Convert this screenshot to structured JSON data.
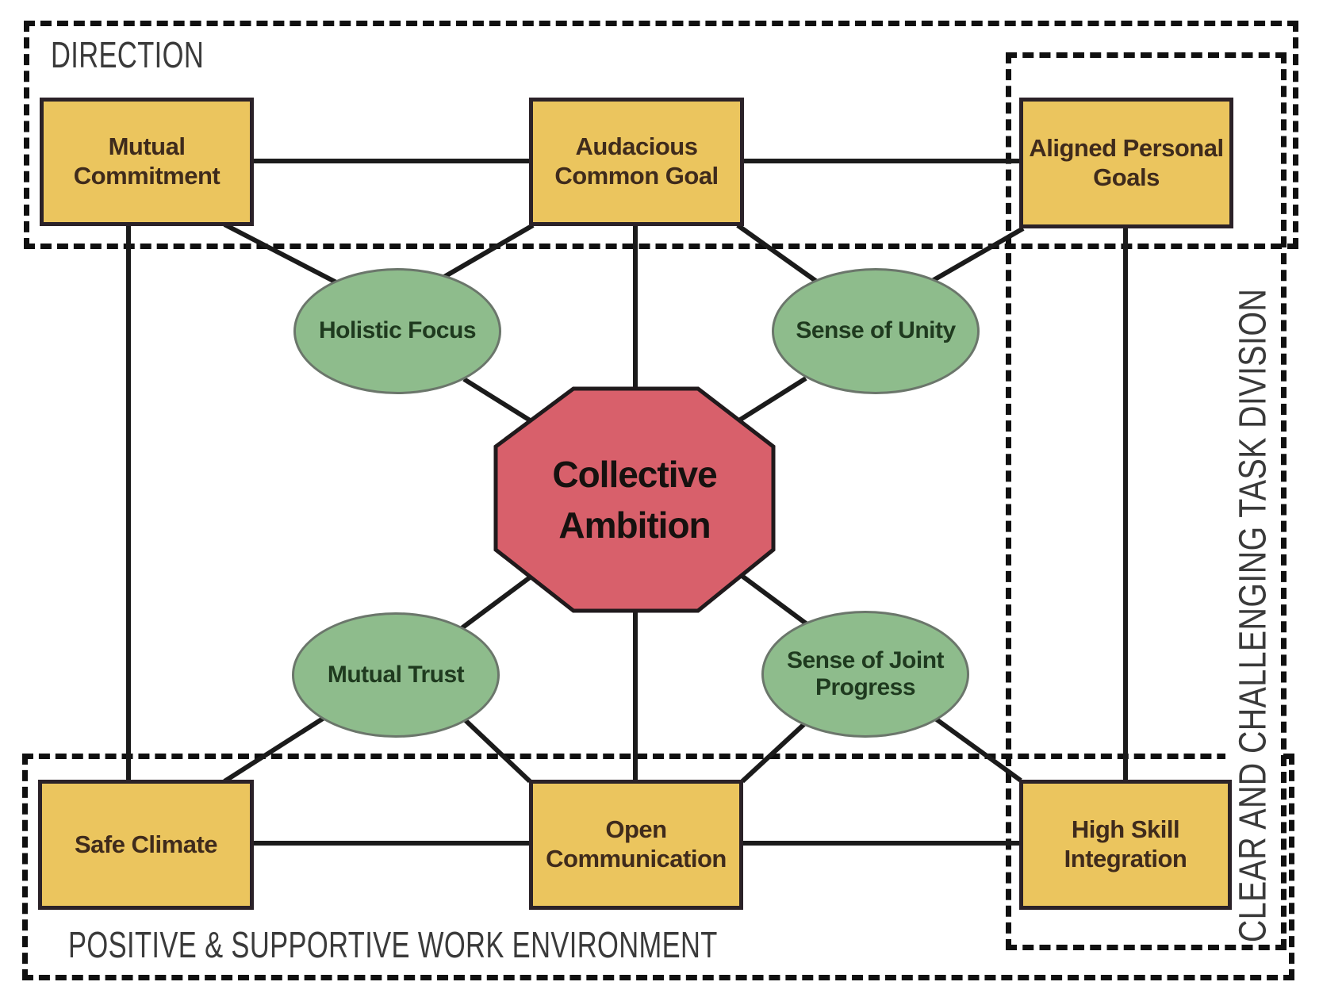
{
  "colors": {
    "background": "#ffffff",
    "box_fill": "#ebc55e",
    "box_border": "#2b2228",
    "box_text": "#3f2b1c",
    "ellipse_fill": "#8ebc8c",
    "ellipse_border": "#6b766b",
    "ellipse_text": "#1f3a1f",
    "octagon_fill": "#d8606b",
    "octagon_border": "#201a1c",
    "octagon_text": "#16110f",
    "line_color": "#1b1b1b",
    "zone_border": "#101010",
    "zone_label": "#3a3a3a"
  },
  "zones": {
    "direction": {
      "label": "DIRECTION"
    },
    "task_division": {
      "label": "CLEAR AND CHALLENGING TASK DIVISION"
    },
    "work_environment": {
      "label": "POSITIVE & SUPPORTIVE WORK ENVIRONMENT"
    }
  },
  "nodes": {
    "center": {
      "shape": "octagon",
      "lines": [
        "Collective",
        "Ambition"
      ]
    },
    "boxes": [
      {
        "id": "mutual-commitment",
        "lines": [
          "Mutual",
          "Commitment"
        ]
      },
      {
        "id": "audacious-common-goal",
        "lines": [
          "Audacious",
          "Common Goal"
        ]
      },
      {
        "id": "aligned-personal-goals",
        "lines": [
          "Aligned Personal",
          "Goals"
        ]
      },
      {
        "id": "safe-climate",
        "lines": [
          "Safe Climate"
        ]
      },
      {
        "id": "open-communication",
        "lines": [
          "Open",
          "Communication"
        ]
      },
      {
        "id": "high-skill-integration",
        "lines": [
          "High Skill",
          "Integration"
        ]
      }
    ],
    "ellipses": [
      {
        "id": "holistic-focus",
        "lines": [
          "Holistic Focus"
        ]
      },
      {
        "id": "sense-of-unity",
        "lines": [
          "Sense of Unity"
        ]
      },
      {
        "id": "mutual-trust",
        "lines": [
          "Mutual Trust"
        ]
      },
      {
        "id": "sense-of-joint-progress",
        "lines": [
          "Sense of Joint",
          "Progress"
        ]
      }
    ]
  },
  "edges": [
    {
      "from": "mutual-commitment",
      "to": "audacious-common-goal",
      "points": [
        320,
        203,
        670,
        203
      ]
    },
    {
      "from": "audacious-common-goal",
      "to": "aligned-personal-goals",
      "points": [
        935,
        203,
        1288,
        203
      ]
    },
    {
      "from": "safe-climate",
      "to": "open-communication",
      "points": [
        320,
        1063,
        670,
        1063
      ]
    },
    {
      "from": "open-communication",
      "to": "high-skill-integration",
      "points": [
        935,
        1063,
        1288,
        1063
      ]
    },
    {
      "from": "mutual-commitment",
      "to": "safe-climate",
      "points": [
        162,
        282,
        162,
        986
      ]
    },
    {
      "from": "aligned-personal-goals",
      "to": "high-skill-integration",
      "points": [
        1419,
        285,
        1419,
        986
      ]
    },
    {
      "from": "audacious-common-goal",
      "to": "collective-ambition",
      "points": [
        801,
        282,
        801,
        495
      ]
    },
    {
      "from": "collective-ambition",
      "to": "open-communication",
      "points": [
        801,
        765,
        801,
        988
      ]
    },
    {
      "from": "mutual-commitment",
      "to": "holistic-focus",
      "points": [
        283,
        283,
        455,
        372
      ]
    },
    {
      "from": "audacious-common-goal",
      "to": "holistic-focus",
      "points": [
        672,
        284,
        548,
        356
      ]
    },
    {
      "from": "holistic-focus",
      "to": "collective-ambition",
      "points": [
        585,
        478,
        705,
        553
      ]
    },
    {
      "from": "audacious-common-goal",
      "to": "sense-of-unity",
      "points": [
        930,
        284,
        1048,
        368
      ]
    },
    {
      "from": "aligned-personal-goals",
      "to": "sense-of-unity",
      "points": [
        1290,
        288,
        1158,
        364
      ]
    },
    {
      "from": "sense-of-unity",
      "to": "collective-ambition",
      "points": [
        1016,
        477,
        900,
        550
      ]
    },
    {
      "from": "collective-ambition",
      "to": "mutual-trust",
      "points": [
        668,
        728,
        578,
        795
      ]
    },
    {
      "from": "safe-climate",
      "to": "mutual-trust",
      "points": [
        283,
        985,
        432,
        890
      ]
    },
    {
      "from": "open-communication",
      "to": "mutual-trust",
      "points": [
        668,
        985,
        575,
        897
      ]
    },
    {
      "from": "collective-ambition",
      "to": "sense-of-joint-progress",
      "points": [
        930,
        722,
        1035,
        800
      ]
    },
    {
      "from": "open-communication",
      "to": "sense-of-joint-progress",
      "points": [
        936,
        985,
        1030,
        898
      ]
    },
    {
      "from": "high-skill-integration",
      "to": "sense-of-joint-progress",
      "points": [
        1287,
        984,
        1160,
        892
      ]
    }
  ]
}
